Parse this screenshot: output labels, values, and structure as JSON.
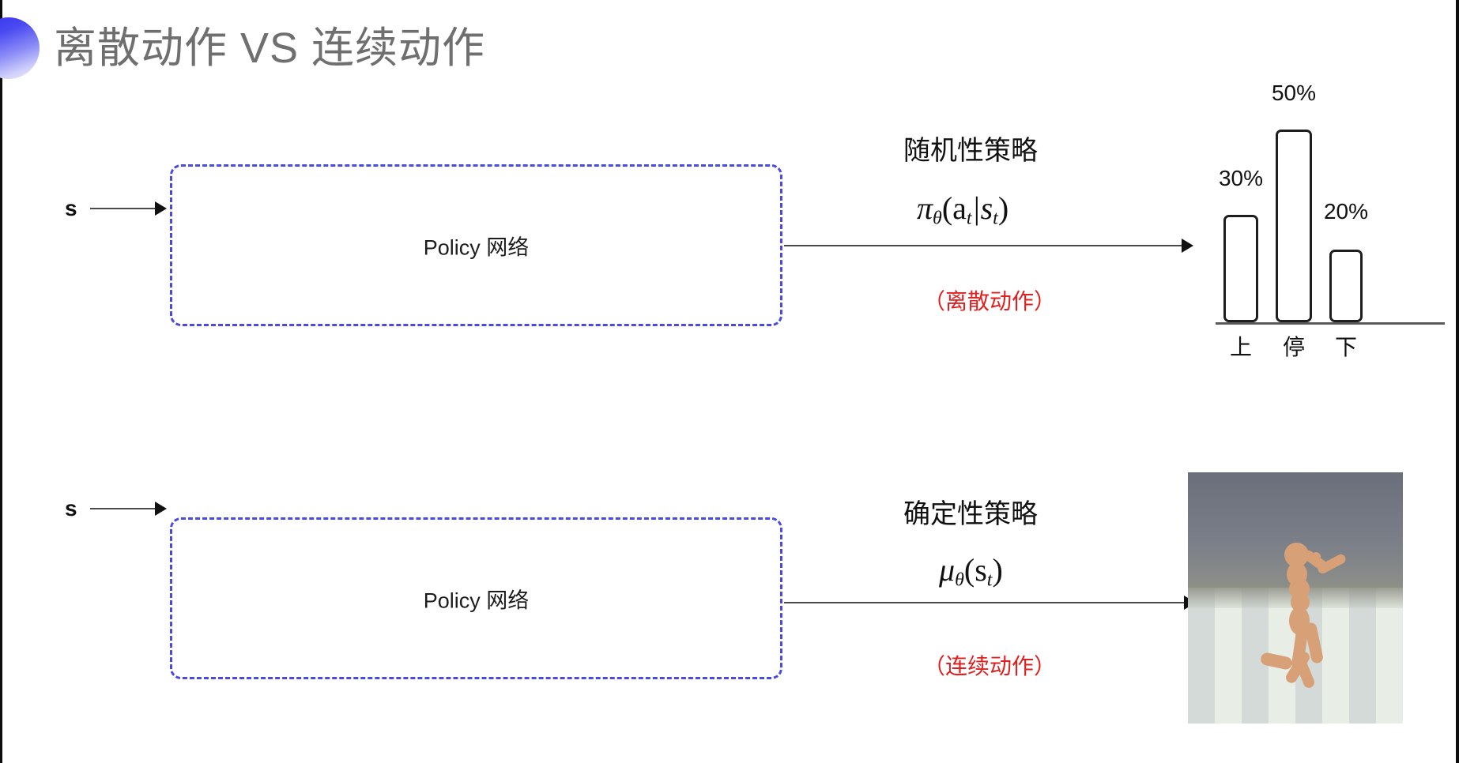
{
  "slide": {
    "title": "离散动作 VS 连续动作",
    "background_color": "#ffffff",
    "title_color": "#6f6f6f",
    "accent_color": "#3434ee"
  },
  "rows": [
    {
      "id": "discrete",
      "input_label": "s",
      "box_label": "Policy 网络",
      "policy_heading": "随机性策略",
      "formula_main": "π",
      "formula_sub": "θ",
      "formula_args": "(a",
      "formula_arg_sub1": "t",
      "formula_sep": "|s",
      "formula_arg_sub2": "t",
      "formula_close": ")",
      "note": "（离散动作）",
      "note_color": "#e02020"
    },
    {
      "id": "continuous",
      "input_label": "s",
      "box_label": "Policy 网络",
      "policy_heading": "确定性策略",
      "formula_main": "μ",
      "formula_sub": "θ",
      "formula_args": "(s",
      "formula_arg_sub1": "t",
      "formula_close": ")",
      "note": "（连续动作）",
      "note_color": "#e02020"
    }
  ],
  "chart_data": {
    "type": "bar",
    "title": "",
    "categories": [
      "上",
      "停",
      "下"
    ],
    "values": [
      30,
      50,
      20
    ],
    "value_labels": [
      "30%",
      "50%",
      "20%"
    ],
    "xlabel": "",
    "ylabel": "",
    "ylim": [
      0,
      60
    ],
    "grid": false,
    "legend": "none",
    "bar_fill": "#ffffff",
    "bar_stroke": "#1e1e1e",
    "axis_color": "#5a5a5a"
  },
  "figure": {
    "name": "humanoid-simulation",
    "description": "MuJoCo humanoid running on checkerboard floor",
    "sky_color": "#6e737e",
    "body_color": "#d8a076",
    "floor_light": "#e8eee6",
    "floor_dark": "#14140f"
  }
}
